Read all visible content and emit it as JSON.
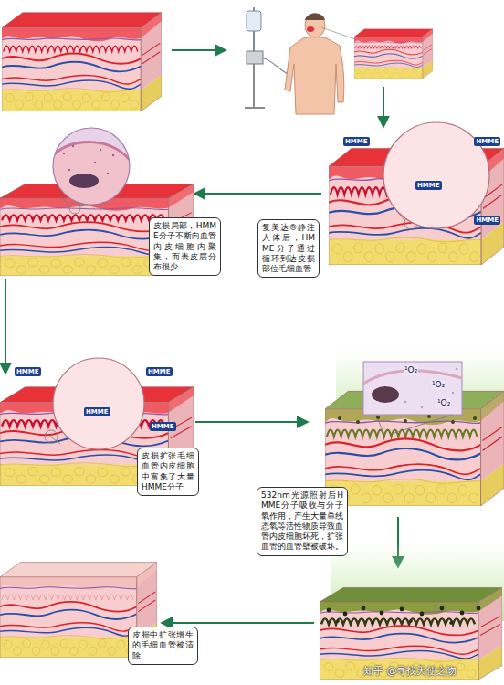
{
  "diagram": {
    "nodes": [
      {
        "text": [
          "复美达®静注人体后，HMME分子通过循环到达皮损部位毛细血管"
        ]
      },
      {
        "text": [
          "皮损局部，HMME分子不断向血管内皮细胞内聚集，而表皮层分布很少"
        ]
      },
      {
        "text": [
          "皮损扩张毛细血管内皮细胞中富集了大量HMME分子"
        ]
      },
      {
        "text": [
          "532nm光源照射后HMME分子吸收与分子氧作用，产生大量单线态氧等活性物质导致血管内皮细胞坏死，扩张血管的血管壁被破坏。"
        ]
      },
      {
        "text": [
          "皮损中扩张增生的毛细血管被清除"
        ]
      }
    ],
    "labels": [
      "HMME",
      "HMME",
      "HMME",
      "HMME",
      "HMME",
      "HMME",
      "HMME",
      "HMME",
      "¹O₂",
      "¹O₂",
      "¹O₂",
      "知乎 @寻找天使之吻"
    ]
  }
}
